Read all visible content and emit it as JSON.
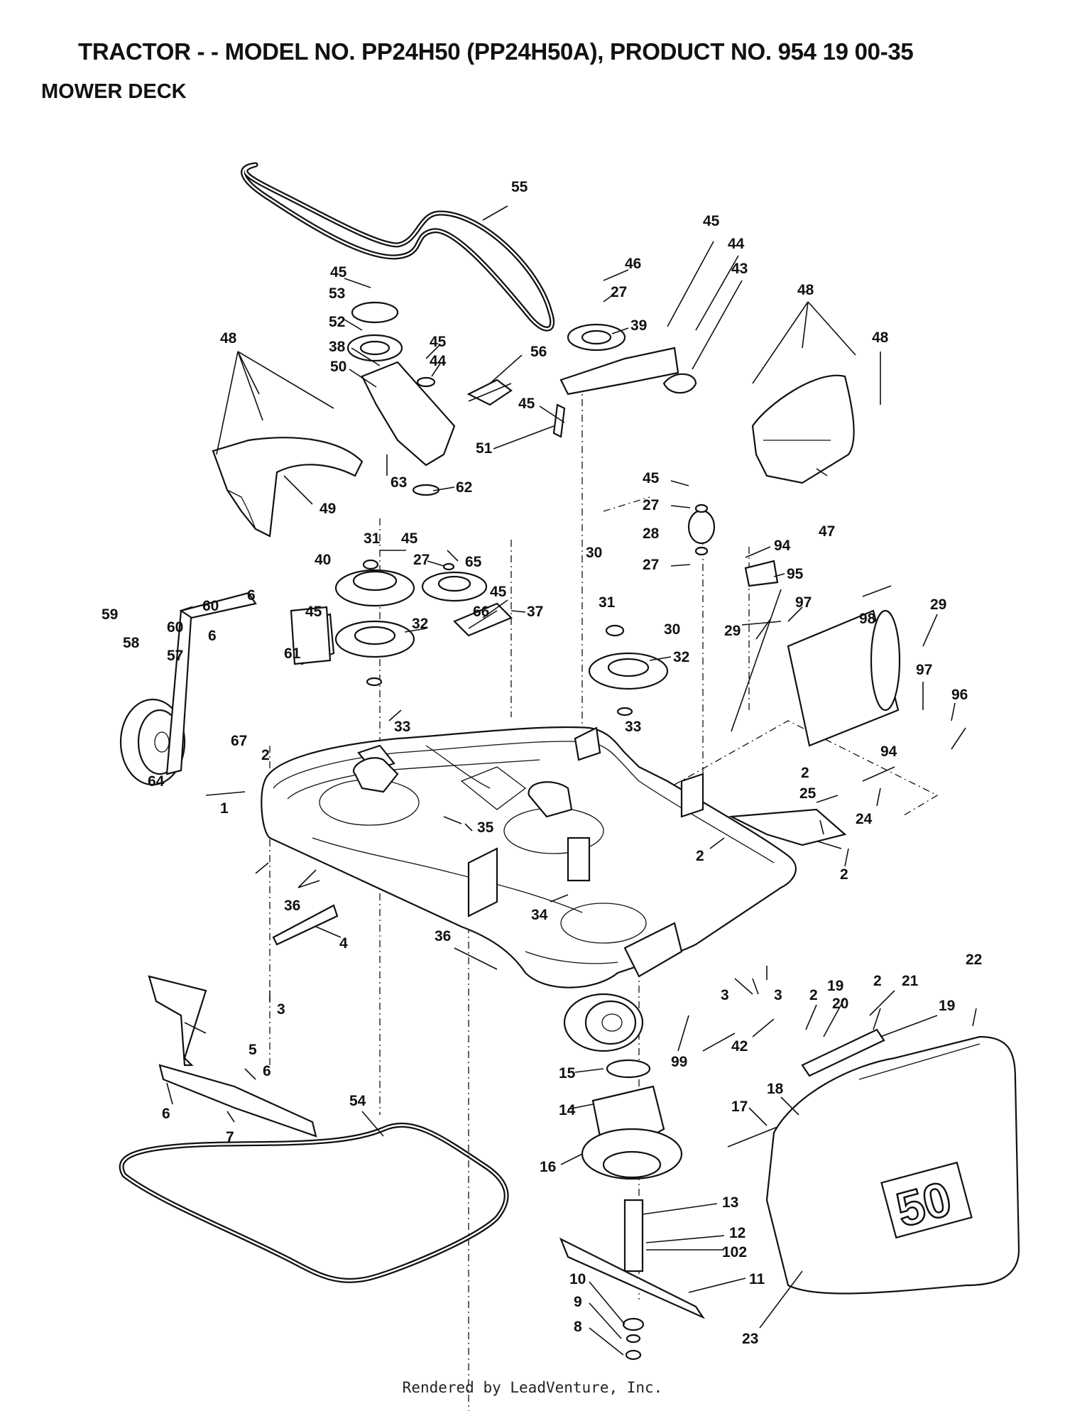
{
  "header": {
    "title": "TRACTOR - - MODEL NO. PP24H50 (PP24H50A), PRODUCT NO. 954 19 00-35",
    "subtitle": "MOWER DECK"
  },
  "footer": {
    "text": "Rendered by LeadVenture, Inc."
  },
  "deck_badge": "50",
  "callouts": [
    "55",
    "45",
    "44",
    "43",
    "46",
    "27",
    "39",
    "45",
    "53",
    "52",
    "38",
    "45",
    "44",
    "56",
    "50",
    "45",
    "51",
    "48",
    "48",
    "48",
    "49",
    "63",
    "62",
    "47",
    "45",
    "27",
    "28",
    "27",
    "94",
    "95",
    "31",
    "45",
    "27",
    "65",
    "40",
    "30",
    "31",
    "30",
    "66",
    "45",
    "37",
    "32",
    "32",
    "33",
    "33",
    "29",
    "97",
    "98",
    "29",
    "97",
    "96",
    "59",
    "58",
    "60",
    "6",
    "60",
    "6",
    "57",
    "45",
    "61",
    "67",
    "64",
    "2",
    "1",
    "35",
    "2",
    "25",
    "94",
    "24",
    "2",
    "2",
    "36",
    "34",
    "4",
    "36",
    "3",
    "3",
    "3",
    "42",
    "2",
    "19",
    "2",
    "21",
    "22",
    "19",
    "20",
    "5",
    "6",
    "6",
    "7",
    "99",
    "15",
    "14",
    "18",
    "17",
    "16",
    "54",
    "13",
    "12",
    "102",
    "11",
    "10",
    "9",
    "8",
    "23"
  ]
}
